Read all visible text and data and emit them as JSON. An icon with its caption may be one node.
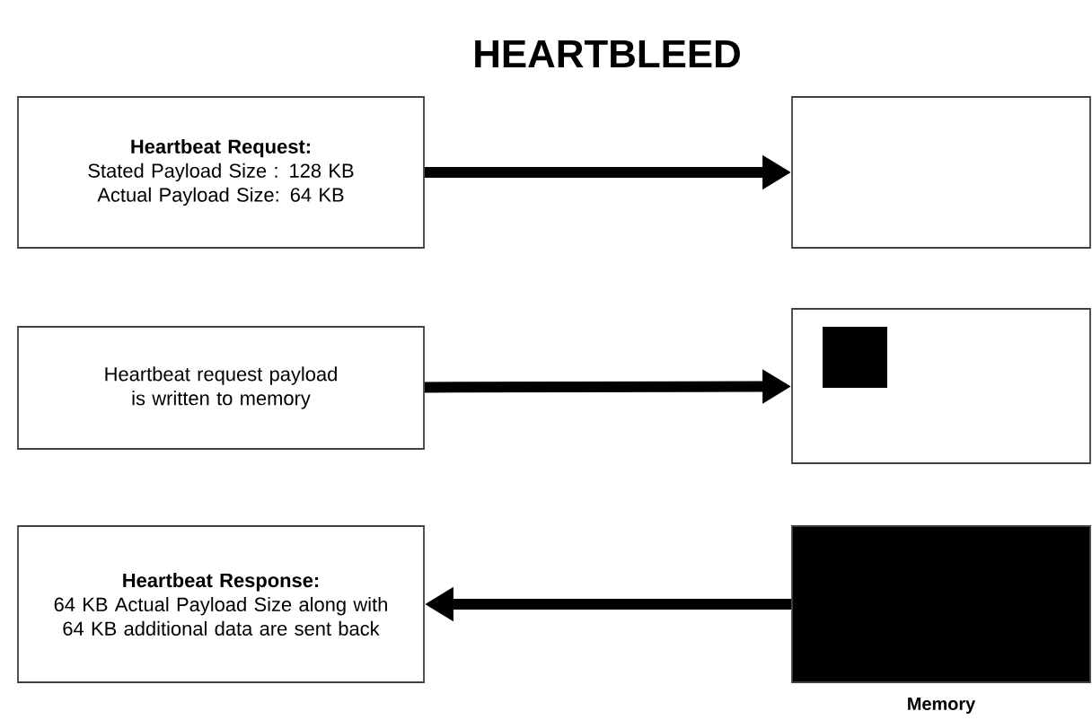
{
  "diagram": {
    "title": "HEARTBLEED",
    "nodes": [
      {
        "text": [
          "Heartbeat Request:",
          "Stated Payload Size : 128 KB Actual Payload Size: 64 KB"
        ]
      },
      {
        "text": [],
        "shape": "box"
      },
      {
        "text": [
          "Heartbeat request payload is written to memory"
        ]
      },
      {
        "text": [],
        "shape": "box"
      },
      {
        "text": [
          "Heartbeat Response:",
          "64 KB Actual Payload Size along with 64 KB additional data are sent back"
        ]
      },
      {
        "text": [],
        "shape": "box"
      }
    ],
    "edges": [
      {
        "from": 0,
        "to": 1,
        "arrow": "to"
      },
      {
        "from": 2,
        "to": 3,
        "arrow": "to"
      },
      {
        "from": 5,
        "to": 4,
        "arrow": "to"
      }
    ],
    "labels": [
      "Memory"
    ]
  }
}
